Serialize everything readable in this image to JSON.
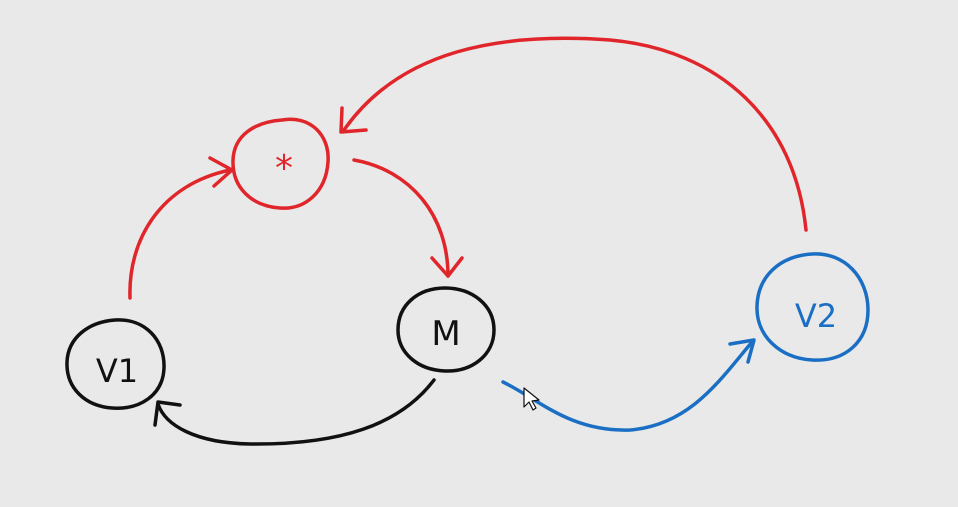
{
  "colors": {
    "background": "#e9e9e9",
    "red": "#e0262b",
    "black": "#111111",
    "blue": "#1a6fc4"
  },
  "nodes": {
    "star": {
      "label": "*"
    },
    "m": {
      "label": "M"
    },
    "v1": {
      "label": "V1"
    },
    "v2": {
      "label": "V2"
    }
  },
  "edges": [
    {
      "from": "v1",
      "to": "star",
      "color": "red"
    },
    {
      "from": "star",
      "to": "m",
      "color": "red"
    },
    {
      "from": "v2",
      "to": "star",
      "color": "red"
    },
    {
      "from": "m",
      "to": "v1",
      "color": "black"
    },
    {
      "from": "m",
      "to": "v2",
      "color": "blue"
    }
  ],
  "cursor": {
    "icon": "mouse-pointer-icon"
  }
}
